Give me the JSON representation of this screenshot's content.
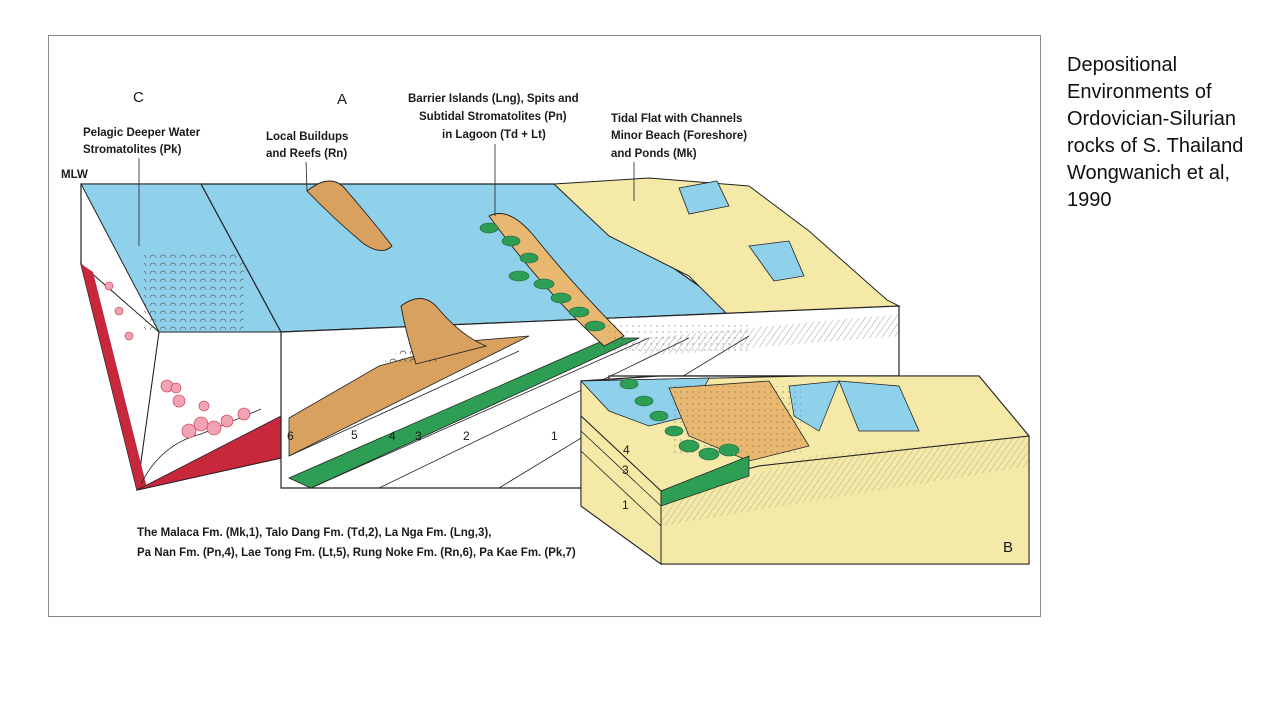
{
  "caption": {
    "lines": [
      "Depositional",
      "Environments of",
      "Ordovician-Silurian",
      "rocks of S. Thailand",
      "Wongwanich et al,",
      "1990"
    ]
  },
  "figure": {
    "panels": {
      "a": "A",
      "b": "B",
      "c": "C"
    },
    "mlw": "MLW",
    "labels": {
      "pelagic": [
        "Pelagic Deeper Water",
        "Stromatolites (Pk)"
      ],
      "buildups": [
        "Local Buildups",
        "and Reefs (Rn)"
      ],
      "barrier": [
        "Barrier Islands (Lng), Spits and",
        "Subtidal Stromatolites (Pn)",
        "in Lagoon (Td + Lt)"
      ],
      "tidal": [
        "Tidal Flat with Channels",
        "Minor Beach (Foreshore)",
        "and Ponds (Mk)"
      ]
    },
    "strata_numbers_a": [
      "6",
      "5",
      "4",
      "3",
      "2",
      "1"
    ],
    "strata_numbers_b": [
      "4",
      "3",
      "1"
    ],
    "legend": [
      "The Malaca Fm. (Mk,1), Talo Dang Fm. (Td,2), La Nga Fm. (Lng,3),",
      "Pa Nan Fm. (Pn,4), Lae Tong Fm. (Lt,5), Rung Noke Fm. (Rn,6), Pa Kae Fm. (Pk,7)"
    ],
    "colors": {
      "water": "#8fd0ea",
      "sand": "#f5e9a8",
      "buildup": "#d9a160",
      "stromatolite": "#2e9e55",
      "pelagic_red": "#c8283c",
      "pelagic_pink": "#f2a3b3"
    }
  }
}
